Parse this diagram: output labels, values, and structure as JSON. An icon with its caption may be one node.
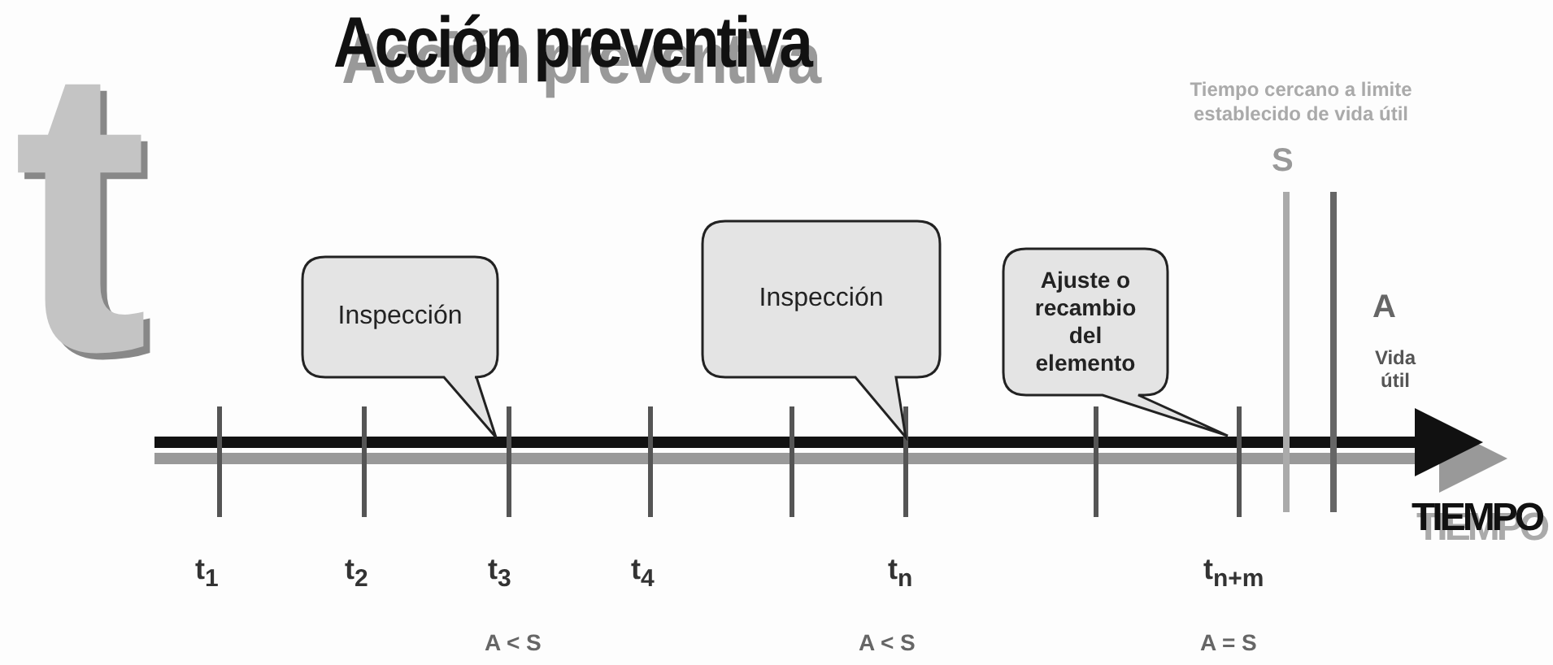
{
  "diagram": {
    "title": "Acción preventiva",
    "nodes": [
      {
        "text": [
          "Inspección"
        ]
      },
      {
        "text": [
          "Inspección"
        ]
      },
      {
        "text": [
          "Ajuste o recambio del elemento"
        ]
      }
    ],
    "labels": [
      "t",
      "Tiempo cercano  a limite establecido de vida útil",
      "S",
      "A",
      "Vida útil",
      "TIEMPO",
      "t$_{1}$",
      "t$_{2}$",
      "t$_{3}$",
      "t$_{4}$",
      "t$_{n}$",
      "t$_{n+m}$",
      "A < S",
      "A < S",
      "A = S"
    ]
  }
}
